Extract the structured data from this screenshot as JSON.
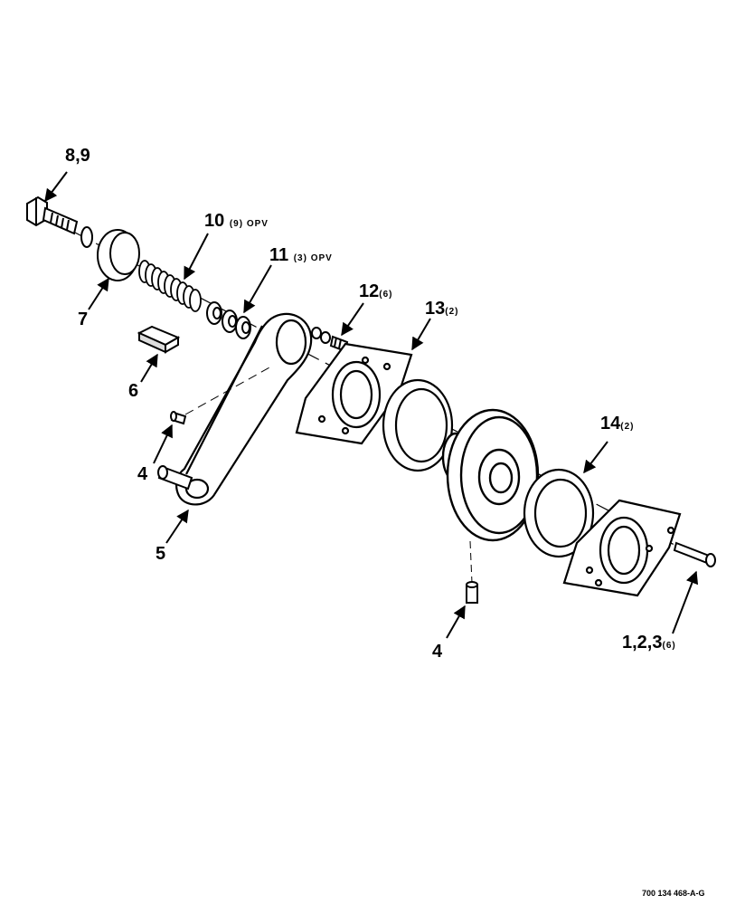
{
  "callouts": {
    "c89": {
      "num": "8,9",
      "qty": ""
    },
    "c10": {
      "num": "10",
      "qty": "(9) OPV"
    },
    "c11": {
      "num": "11",
      "qty": "(3) OPV"
    },
    "c12": {
      "num": "12",
      "qty": "(6)"
    },
    "c13": {
      "num": "13",
      "qty": "(2)"
    },
    "c7": {
      "num": "7",
      "qty": ""
    },
    "c6": {
      "num": "6",
      "qty": ""
    },
    "c4a": {
      "num": "4",
      "qty": ""
    },
    "c5": {
      "num": "5",
      "qty": ""
    },
    "c14": {
      "num": "14",
      "qty": "(2)"
    },
    "c4b": {
      "num": "4",
      "qty": ""
    },
    "c123": {
      "num": "1,2,3",
      "qty": "(6)"
    }
  },
  "reference_number": "700 134 468-A-G",
  "colors": {
    "ink": "#000000",
    "paper": "#ffffff"
  }
}
